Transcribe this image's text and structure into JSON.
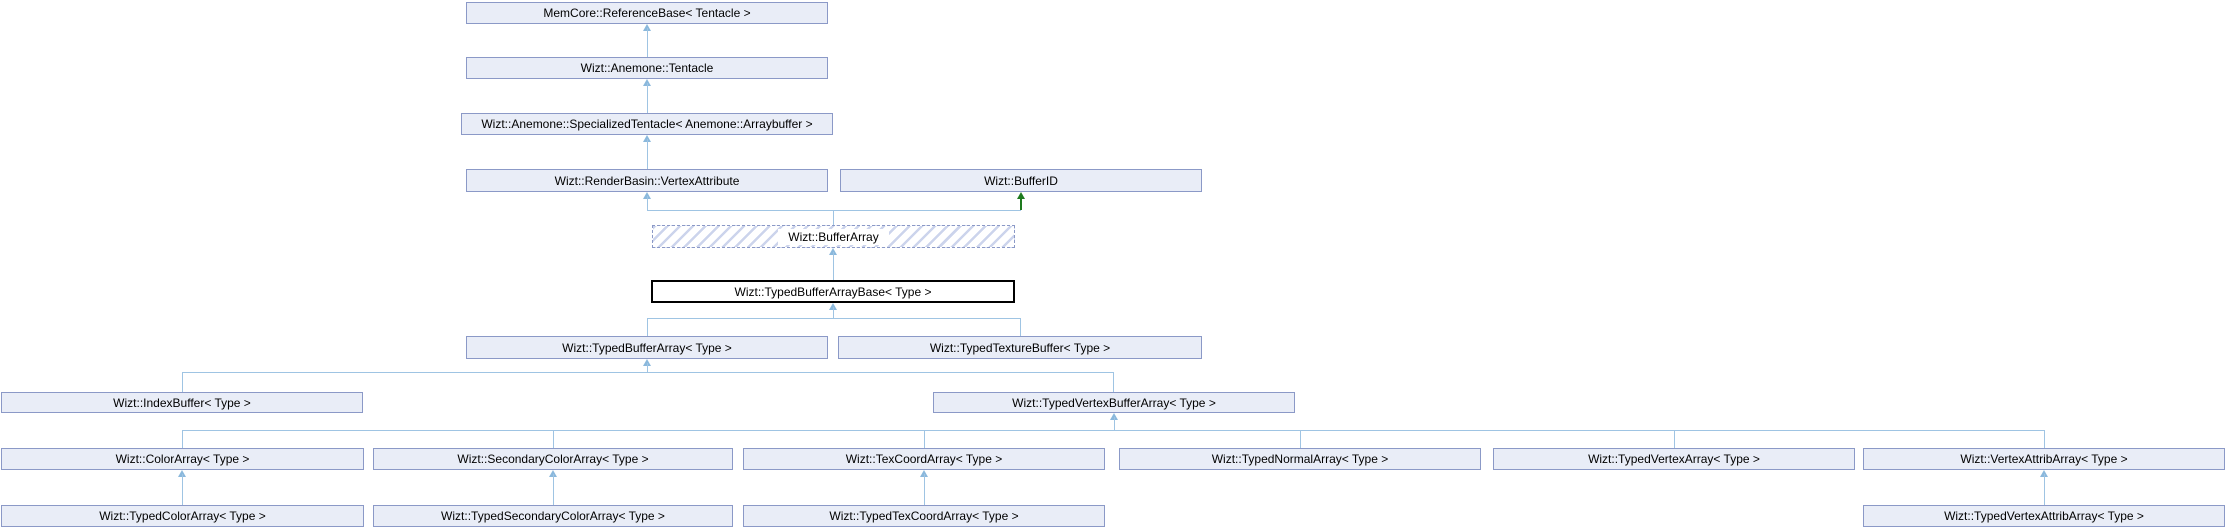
{
  "diagram": {
    "type": "class-inheritance-graph",
    "nodes": [
      {
        "id": "reference-base",
        "label": "MemCore::ReferenceBase< Tentacle >",
        "style": "default"
      },
      {
        "id": "tentacle",
        "label": "Wizt::Anemone::Tentacle",
        "style": "default"
      },
      {
        "id": "specialized-tentacle",
        "label": "Wizt::Anemone::SpecializedTentacle< Anemone::Arraybuffer >",
        "style": "default"
      },
      {
        "id": "vertex-attribute",
        "label": "Wizt::RenderBasin::VertexAttribute",
        "style": "default"
      },
      {
        "id": "buffer-id",
        "label": "Wizt::BufferID",
        "style": "default"
      },
      {
        "id": "buffer-array",
        "label": "Wizt::BufferArray",
        "style": "hatched-dashed"
      },
      {
        "id": "typed-buffer-array-base",
        "label": "Wizt::TypedBufferArrayBase< Type >",
        "style": "current-black-border"
      },
      {
        "id": "typed-buffer-array",
        "label": "Wizt::TypedBufferArray< Type >",
        "style": "default"
      },
      {
        "id": "typed-texture-buffer",
        "label": "Wizt::TypedTextureBuffer< Type >",
        "style": "default"
      },
      {
        "id": "index-buffer",
        "label": "Wizt::IndexBuffer< Type >",
        "style": "default"
      },
      {
        "id": "typed-vertex-buffer-array",
        "label": "Wizt::TypedVertexBufferArray< Type >",
        "style": "default"
      },
      {
        "id": "color-array",
        "label": "Wizt::ColorArray< Type >",
        "style": "default"
      },
      {
        "id": "secondary-color-array",
        "label": "Wizt::SecondaryColorArray< Type >",
        "style": "default"
      },
      {
        "id": "tex-coord-array",
        "label": "Wizt::TexCoordArray< Type >",
        "style": "default"
      },
      {
        "id": "typed-normal-array",
        "label": "Wizt::TypedNormalArray< Type >",
        "style": "default"
      },
      {
        "id": "typed-vertex-array",
        "label": "Wizt::TypedVertexArray< Type >",
        "style": "default"
      },
      {
        "id": "vertex-attrib-array",
        "label": "Wizt::VertexAttribArray< Type >",
        "style": "default"
      },
      {
        "id": "typed-color-array",
        "label": "Wizt::TypedColorArray< Type >",
        "style": "default"
      },
      {
        "id": "typed-secondary-color-array",
        "label": "Wizt::TypedSecondaryColorArray< Type >",
        "style": "default"
      },
      {
        "id": "typed-tex-coord-array",
        "label": "Wizt::TypedTexCoordArray< Type >",
        "style": "default"
      },
      {
        "id": "typed-vertex-attrib-array",
        "label": "Wizt::TypedVertexAttribArray< Type >",
        "style": "default"
      }
    ],
    "edges": [
      {
        "from": "tentacle",
        "to": "reference-base",
        "access": "public"
      },
      {
        "from": "specialized-tentacle",
        "to": "tentacle",
        "access": "public"
      },
      {
        "from": "vertex-attribute",
        "to": "specialized-tentacle",
        "access": "public"
      },
      {
        "from": "buffer-array",
        "to": "vertex-attribute",
        "access": "public"
      },
      {
        "from": "buffer-array",
        "to": "buffer-id",
        "access": "protected"
      },
      {
        "from": "typed-buffer-array-base",
        "to": "buffer-array",
        "access": "public"
      },
      {
        "from": "typed-buffer-array",
        "to": "typed-buffer-array-base",
        "access": "public"
      },
      {
        "from": "typed-texture-buffer",
        "to": "typed-buffer-array-base",
        "access": "public"
      },
      {
        "from": "index-buffer",
        "to": "typed-buffer-array",
        "access": "public"
      },
      {
        "from": "typed-vertex-buffer-array",
        "to": "typed-buffer-array",
        "access": "public"
      },
      {
        "from": "color-array",
        "to": "typed-vertex-buffer-array",
        "access": "public"
      },
      {
        "from": "secondary-color-array",
        "to": "typed-vertex-buffer-array",
        "access": "public"
      },
      {
        "from": "tex-coord-array",
        "to": "typed-vertex-buffer-array",
        "access": "public"
      },
      {
        "from": "typed-normal-array",
        "to": "typed-vertex-buffer-array",
        "access": "public"
      },
      {
        "from": "typed-vertex-array",
        "to": "typed-vertex-buffer-array",
        "access": "public"
      },
      {
        "from": "vertex-attrib-array",
        "to": "typed-vertex-buffer-array",
        "access": "public"
      },
      {
        "from": "typed-color-array",
        "to": "color-array",
        "access": "public"
      },
      {
        "from": "typed-secondary-color-array",
        "to": "secondary-color-array",
        "access": "public"
      },
      {
        "from": "typed-tex-coord-array",
        "to": "tex-coord-array",
        "access": "public"
      },
      {
        "from": "typed-vertex-attrib-array",
        "to": "vertex-attrib-array",
        "access": "public"
      }
    ],
    "colors": {
      "node_fill": "#e9edf7",
      "node_border": "#8b99c7",
      "current_node_border": "#000000",
      "current_node_fill": "#ffffff",
      "hatch_stripe": "#ccd4ec",
      "edge": "#9fc4e3",
      "arrowhead": "#8ab8dc",
      "protected_edge": "#1e7a1e",
      "text": "#000000"
    }
  }
}
